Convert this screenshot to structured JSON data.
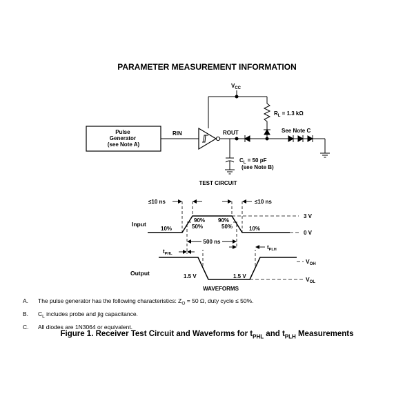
{
  "title": "PARAMETER MEASUREMENT INFORMATION",
  "circuit": {
    "vcc": {
      "main": "V",
      "sub": "CC"
    },
    "rl": {
      "main": "R",
      "sub": "L",
      "rest": " = 1.3 kΩ"
    },
    "see_note_c": "See Note C",
    "rout": "ROUT",
    "rin": "RIN",
    "pulse_generator": [
      "Pulse",
      "Generator",
      "(see Note A)"
    ],
    "cl": {
      "main": "C",
      "sub": "L",
      "rest": " = 50 pF"
    },
    "see_note_b": "(see Note B)",
    "caption": "TEST CIRCUIT"
  },
  "waveforms": {
    "rise_time": "≤10 ns",
    "fall_time": "≤10 ns",
    "input_label": "Input",
    "output_label": "Output",
    "v3": "3 V",
    "v0": "0 V",
    "pct10_left": "10%",
    "pct90_left": "90%",
    "pct50_left": "50%",
    "pct90_right": "90%",
    "pct50_right": "50%",
    "pct10_right": "10%",
    "pulse_width": "500 ns",
    "tphl": {
      "main": "t",
      "sub": "PHL"
    },
    "tplh": {
      "main": "t",
      "sub": "PLH"
    },
    "voh": {
      "main": "V",
      "sub": "OH"
    },
    "vol": {
      "main": "V",
      "sub": "OL"
    },
    "v15_left": "1.5 V",
    "v15_right": "1.5 V",
    "caption": "WAVEFORMS"
  },
  "notes": [
    {
      "letter": "A.",
      "before": "The pulse generator has the following characteristics: Z",
      "sub": "O",
      "after": " = 50 Ω, duty cycle ≤ 50%."
    },
    {
      "letter": "B.",
      "before": "C",
      "sub": "L",
      "after": " includes probe and jig capacitance."
    },
    {
      "letter": "C.",
      "before": "All diodes are 1N3064 or equivalent.",
      "sub": "",
      "after": ""
    }
  ],
  "figure_caption": {
    "p1": "Figure 1. Receiver Test Circuit and Waveforms for t",
    "s1": "PHL",
    "p2": " and t",
    "s2": "PLH",
    "p3": " Measurements"
  }
}
